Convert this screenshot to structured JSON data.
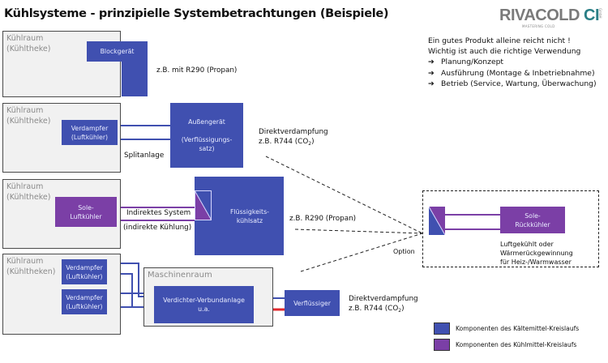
{
  "title": "Kühlsysteme - prinzipielle Systembetrachtungen (Beispiele)",
  "logo": {
    "brand": "RIVACOLD",
    "brand_suffix": "CI",
    "tagline": "MASTERING COLD",
    "legal": "GmbH"
  },
  "info": {
    "line1": "Ein gutes Produkt alleine reicht nicht !",
    "line2": "Wichtig ist auch die richtige Verwendung",
    "arrow_glyph": "➔",
    "bullets": [
      "Planung/Konzept",
      "Ausführung (Montage & Inbetriebnahme)",
      "Betrieb (Service, Wartung, Überwachung)"
    ]
  },
  "colors": {
    "refrigerant_circuit": "#4050b0",
    "coolant_circuit": "#7b3fa6",
    "hot_line": "#e0282e",
    "room_fill": "#f1f1f1"
  },
  "rows": [
    {
      "room_label": "Kühlraum\n(Kühltheke)",
      "unit": "Blockgerät",
      "note": "z.B. mit R290 (Propan)"
    },
    {
      "room_label": "Kühlraum\n(Kühltheke)",
      "evaporator": "Verdampfer\n(Luftkühler)",
      "outdoor_unit": "Außengerät\n\n(Verflüssigungs-\nsatz)",
      "connection_label": "Splitanlage",
      "note_line1": "Direktverdampfung",
      "note_line2_prefix": "z.B. R744 (CO",
      "note_line2_sub": "2",
      "note_line2_suffix": ")"
    },
    {
      "room_label": "Kühlraum\n(Kühltheke)",
      "air_cooler": "Sole-\nLuftkühler",
      "connection_label": "Indirektes System",
      "connection_sublabel": "(indirekte Kühlung)",
      "chiller": "Flüssigkeits-\nkühlsatz",
      "note": "z.B. R290 (Propan)"
    },
    {
      "room_label": "Kühlraum\n(Kühltheken)",
      "evaporators": [
        "Verdampfer\n(Luftkühler)",
        "Verdampfer\n(Luftkühler)"
      ],
      "machine_room_label": "Maschinenraum",
      "compressor_rack": "Verdichter-Verbundanlage\nu.a.",
      "condenser": "Verflüssiger",
      "note_line1": "Direktverdampfung",
      "note_line2_prefix": "z.B. R744 (CO",
      "note_line2_sub": "2",
      "note_line2_suffix": ")"
    }
  ],
  "option": {
    "label": "Option",
    "recooler": "Sole-\nRückkühler",
    "description": "Luftgekühlt oder\nWärmerückgewinnung\nfür Heiz-/Warmwasser"
  },
  "legend": [
    {
      "label": "Komponenten des Kältemittel-Kreislaufs",
      "color": "#4050b0"
    },
    {
      "label": "Komponenten des Kühlmittel-Kreislaufs",
      "color": "#7b3fa6"
    }
  ]
}
